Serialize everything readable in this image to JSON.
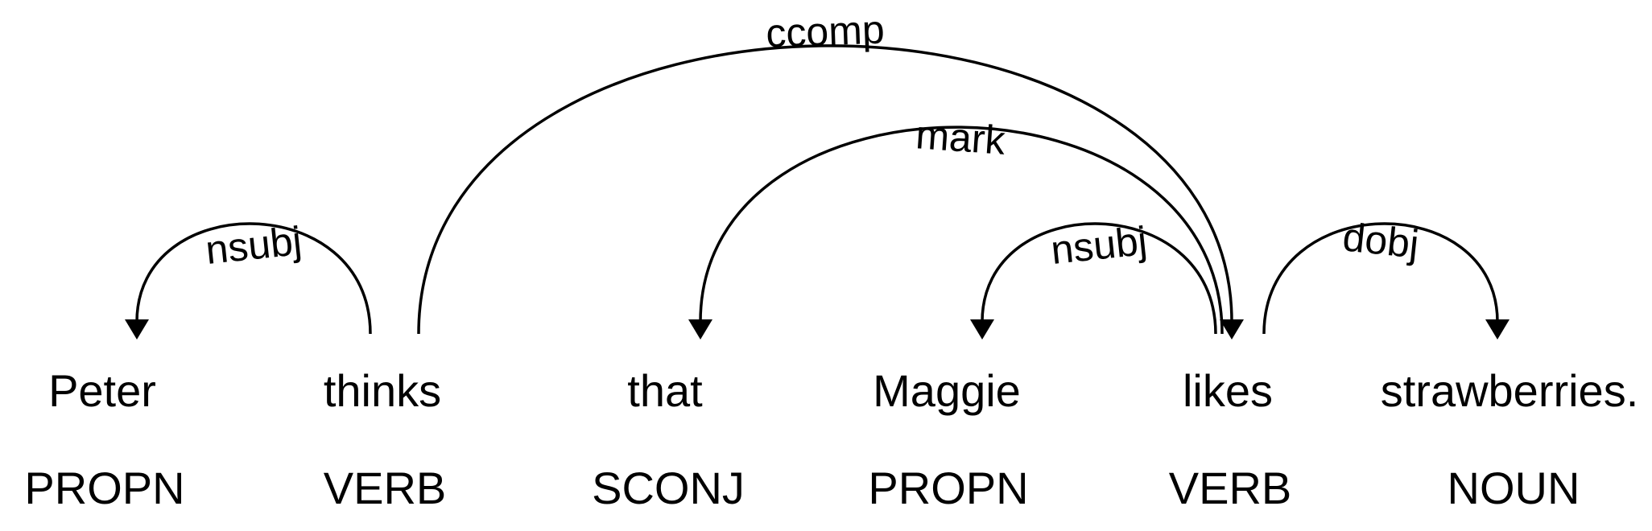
{
  "tokens": [
    {
      "text": "Peter",
      "pos": "PROPN"
    },
    {
      "text": "thinks",
      "pos": "VERB"
    },
    {
      "text": "that",
      "pos": "SCONJ"
    },
    {
      "text": "Maggie",
      "pos": "PROPN"
    },
    {
      "text": "likes",
      "pos": "VERB"
    },
    {
      "text": "strawberries.",
      "pos": "NOUN"
    }
  ],
  "arcs": [
    {
      "label": "nsubj",
      "head": 1,
      "dependent": 0
    },
    {
      "label": "ccomp",
      "head": 1,
      "dependent": 4
    },
    {
      "label": "mark",
      "head": 4,
      "dependent": 2
    },
    {
      "label": "nsubj",
      "head": 4,
      "dependent": 3
    },
    {
      "label": "dobj",
      "head": 4,
      "dependent": 5
    }
  ],
  "colors": {
    "stroke": "#000000",
    "text": "#000000",
    "background": "#ffffff"
  }
}
